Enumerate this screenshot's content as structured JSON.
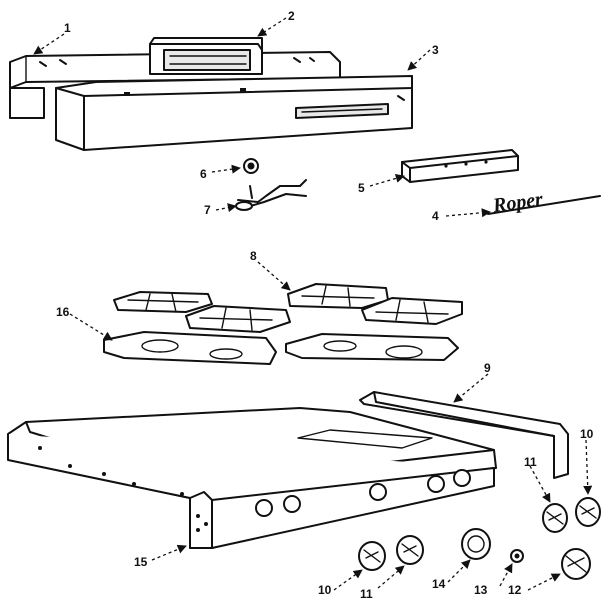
{
  "parts": [
    {
      "id": "p1",
      "number": "1"
    },
    {
      "id": "p2",
      "number": "2"
    },
    {
      "id": "p3",
      "number": "3"
    },
    {
      "id": "p4",
      "number": "4"
    },
    {
      "id": "p5",
      "number": "5"
    },
    {
      "id": "p6",
      "number": "6"
    },
    {
      "id": "p7",
      "number": "7"
    },
    {
      "id": "p8",
      "number": "8"
    },
    {
      "id": "p9",
      "number": "9"
    },
    {
      "id": "p10a",
      "number": "10"
    },
    {
      "id": "p10b",
      "number": "10"
    },
    {
      "id": "p11a",
      "number": "11"
    },
    {
      "id": "p11b",
      "number": "11"
    },
    {
      "id": "p12",
      "number": "12"
    },
    {
      "id": "p13",
      "number": "13"
    },
    {
      "id": "p14",
      "number": "14"
    },
    {
      "id": "p15",
      "number": "15"
    },
    {
      "id": "p16",
      "number": "16"
    }
  ],
  "logo_text": "Roper"
}
